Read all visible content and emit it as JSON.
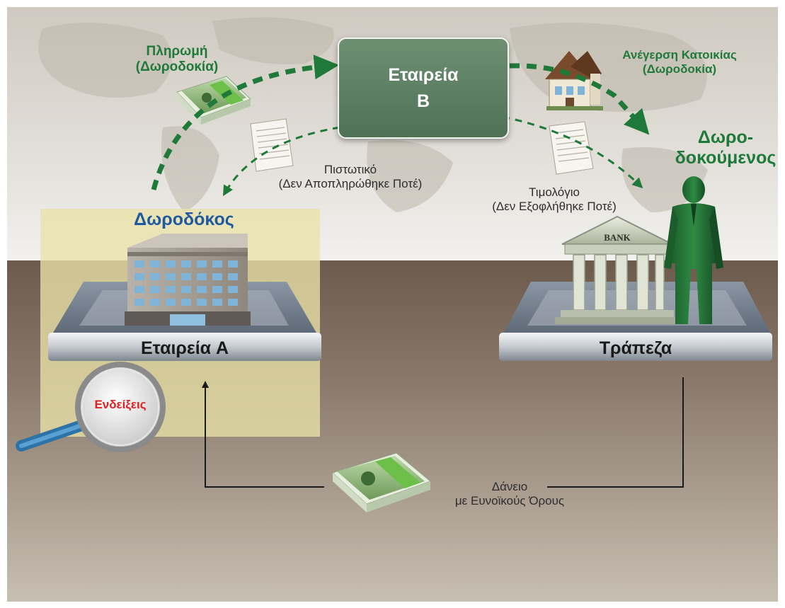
{
  "company_b": {
    "line1": "Εταιρεία",
    "line2": "B"
  },
  "payment_label": {
    "line1": "Πληρωμή",
    "line2": "(Δωροδοκία)"
  },
  "house_label": {
    "line1": "Ανέγερση Κατοικίας",
    "line2": "(Δωροδοκία)"
  },
  "bribee_label": {
    "line1": "Δωρο-",
    "line2": "δοκούμενος"
  },
  "credit_note_label": {
    "line1": "Πιστωτικό",
    "line2": "(Δεν Αποπληρώθηκε Ποτέ)"
  },
  "invoice_label": {
    "line1": "Τιμολόγιο",
    "line2": "(Δεν Εξοφλήθηκε Ποτέ)"
  },
  "briber_label": "Δωροδόκος",
  "company_a_label": "Εταιρεία A",
  "bank_label": "Τράπεζα",
  "bank_sign": "BANK",
  "clues_label": "Ενδείξεις",
  "loan_label": {
    "line1": "Δάνειο",
    "line2": "με Ευνοϊκούς Όρους"
  },
  "colors": {
    "arrow_green": "#1f7a3a",
    "briber_blue": "#1f5aa0",
    "clues_red": "#e02020",
    "company_b_box": "#5e8165",
    "highlight_panel": "#e9e2a8"
  }
}
